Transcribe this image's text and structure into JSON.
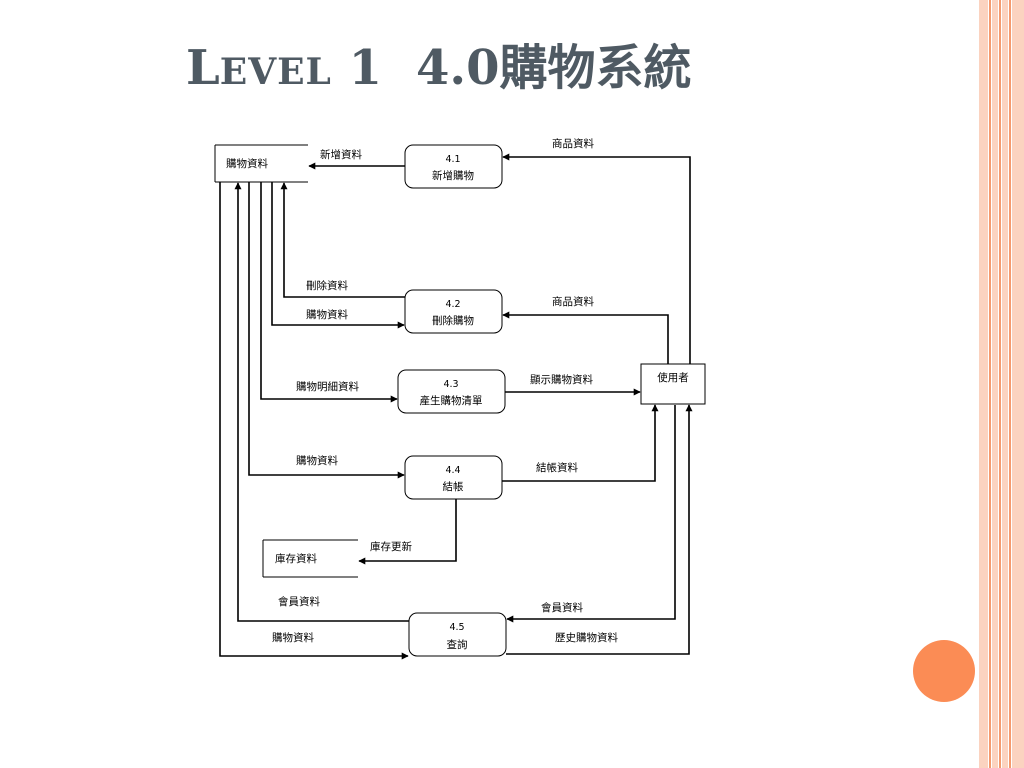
{
  "slide": {
    "title_prefix": "L",
    "title_smallcaps": "EVEL",
    "title_level_number": "1",
    "title_system": "4.0購物系統",
    "colors": {
      "title": "#4f5a63",
      "border_light": "#fbd3c0",
      "border_accent": "#f59a6e",
      "circle": "#fb8c55"
    },
    "decoration": "orange-circle"
  },
  "diagram": {
    "processes": [
      {
        "id": "p41",
        "number": "4.1",
        "name": "新增購物"
      },
      {
        "id": "p42",
        "number": "4.2",
        "name": "刪除購物"
      },
      {
        "id": "p43",
        "number": "4.3",
        "name": "產生購物清單"
      },
      {
        "id": "p44",
        "number": "4.4",
        "name": "結帳"
      },
      {
        "id": "p45",
        "number": "4.5",
        "name": "查詢"
      }
    ],
    "stores": [
      {
        "id": "s-shopping",
        "name": "購物資料"
      },
      {
        "id": "s-inventory",
        "name": "庫存資料"
      }
    ],
    "external_entity": {
      "name": "使用者"
    },
    "flows": [
      {
        "id": "f1",
        "label": "新增資料"
      },
      {
        "id": "f2",
        "label": "商品資料"
      },
      {
        "id": "f3",
        "label": "刪除資料"
      },
      {
        "id": "f4",
        "label": "購物資料"
      },
      {
        "id": "f5",
        "label": "商品資料"
      },
      {
        "id": "f6",
        "label": "購物明細資料"
      },
      {
        "id": "f7",
        "label": "顯示購物資料"
      },
      {
        "id": "f8",
        "label": "購物資料"
      },
      {
        "id": "f9",
        "label": "結帳資料"
      },
      {
        "id": "f10",
        "label": "庫存更新"
      },
      {
        "id": "f11",
        "label": "會員資料"
      },
      {
        "id": "f12",
        "label": "購物資料"
      },
      {
        "id": "f13",
        "label": "會員資料"
      },
      {
        "id": "f14",
        "label": "歷史購物資料"
      }
    ]
  }
}
